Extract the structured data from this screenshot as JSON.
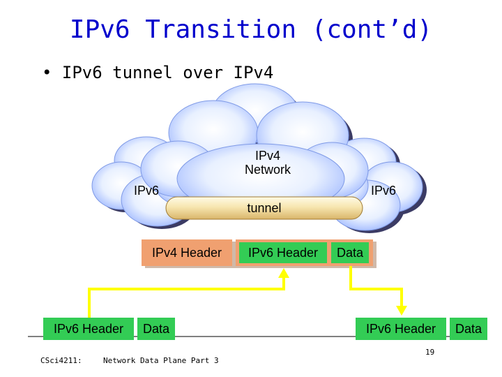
{
  "slide": {
    "title": "IPv6 Transition (cont’d)",
    "bullet": "• IPv6 tunnel over IPv4"
  },
  "diagram": {
    "ipv4_network_line1": "IPv4",
    "ipv4_network_line2": "Network",
    "ipv6_left": "IPv6",
    "ipv6_right": "IPv6",
    "tunnel": "tunnel"
  },
  "packets": {
    "encapsulated": {
      "ipv4_header": "IPv4 Header",
      "ipv6_header": "IPv6 Header",
      "data": "Data"
    },
    "left": {
      "ipv6_header": "IPv6 Header",
      "data": "Data"
    },
    "right": {
      "ipv6_header": "IPv6 Header",
      "data": "Data"
    }
  },
  "footer": {
    "course": "CSci4211:",
    "topic": "Network Data Plane Part 3",
    "page": "19"
  },
  "colors": {
    "title": "#0000cc",
    "header_box": "#f0a070",
    "data_box": "#33cc55",
    "arrow": "#ffff00"
  }
}
